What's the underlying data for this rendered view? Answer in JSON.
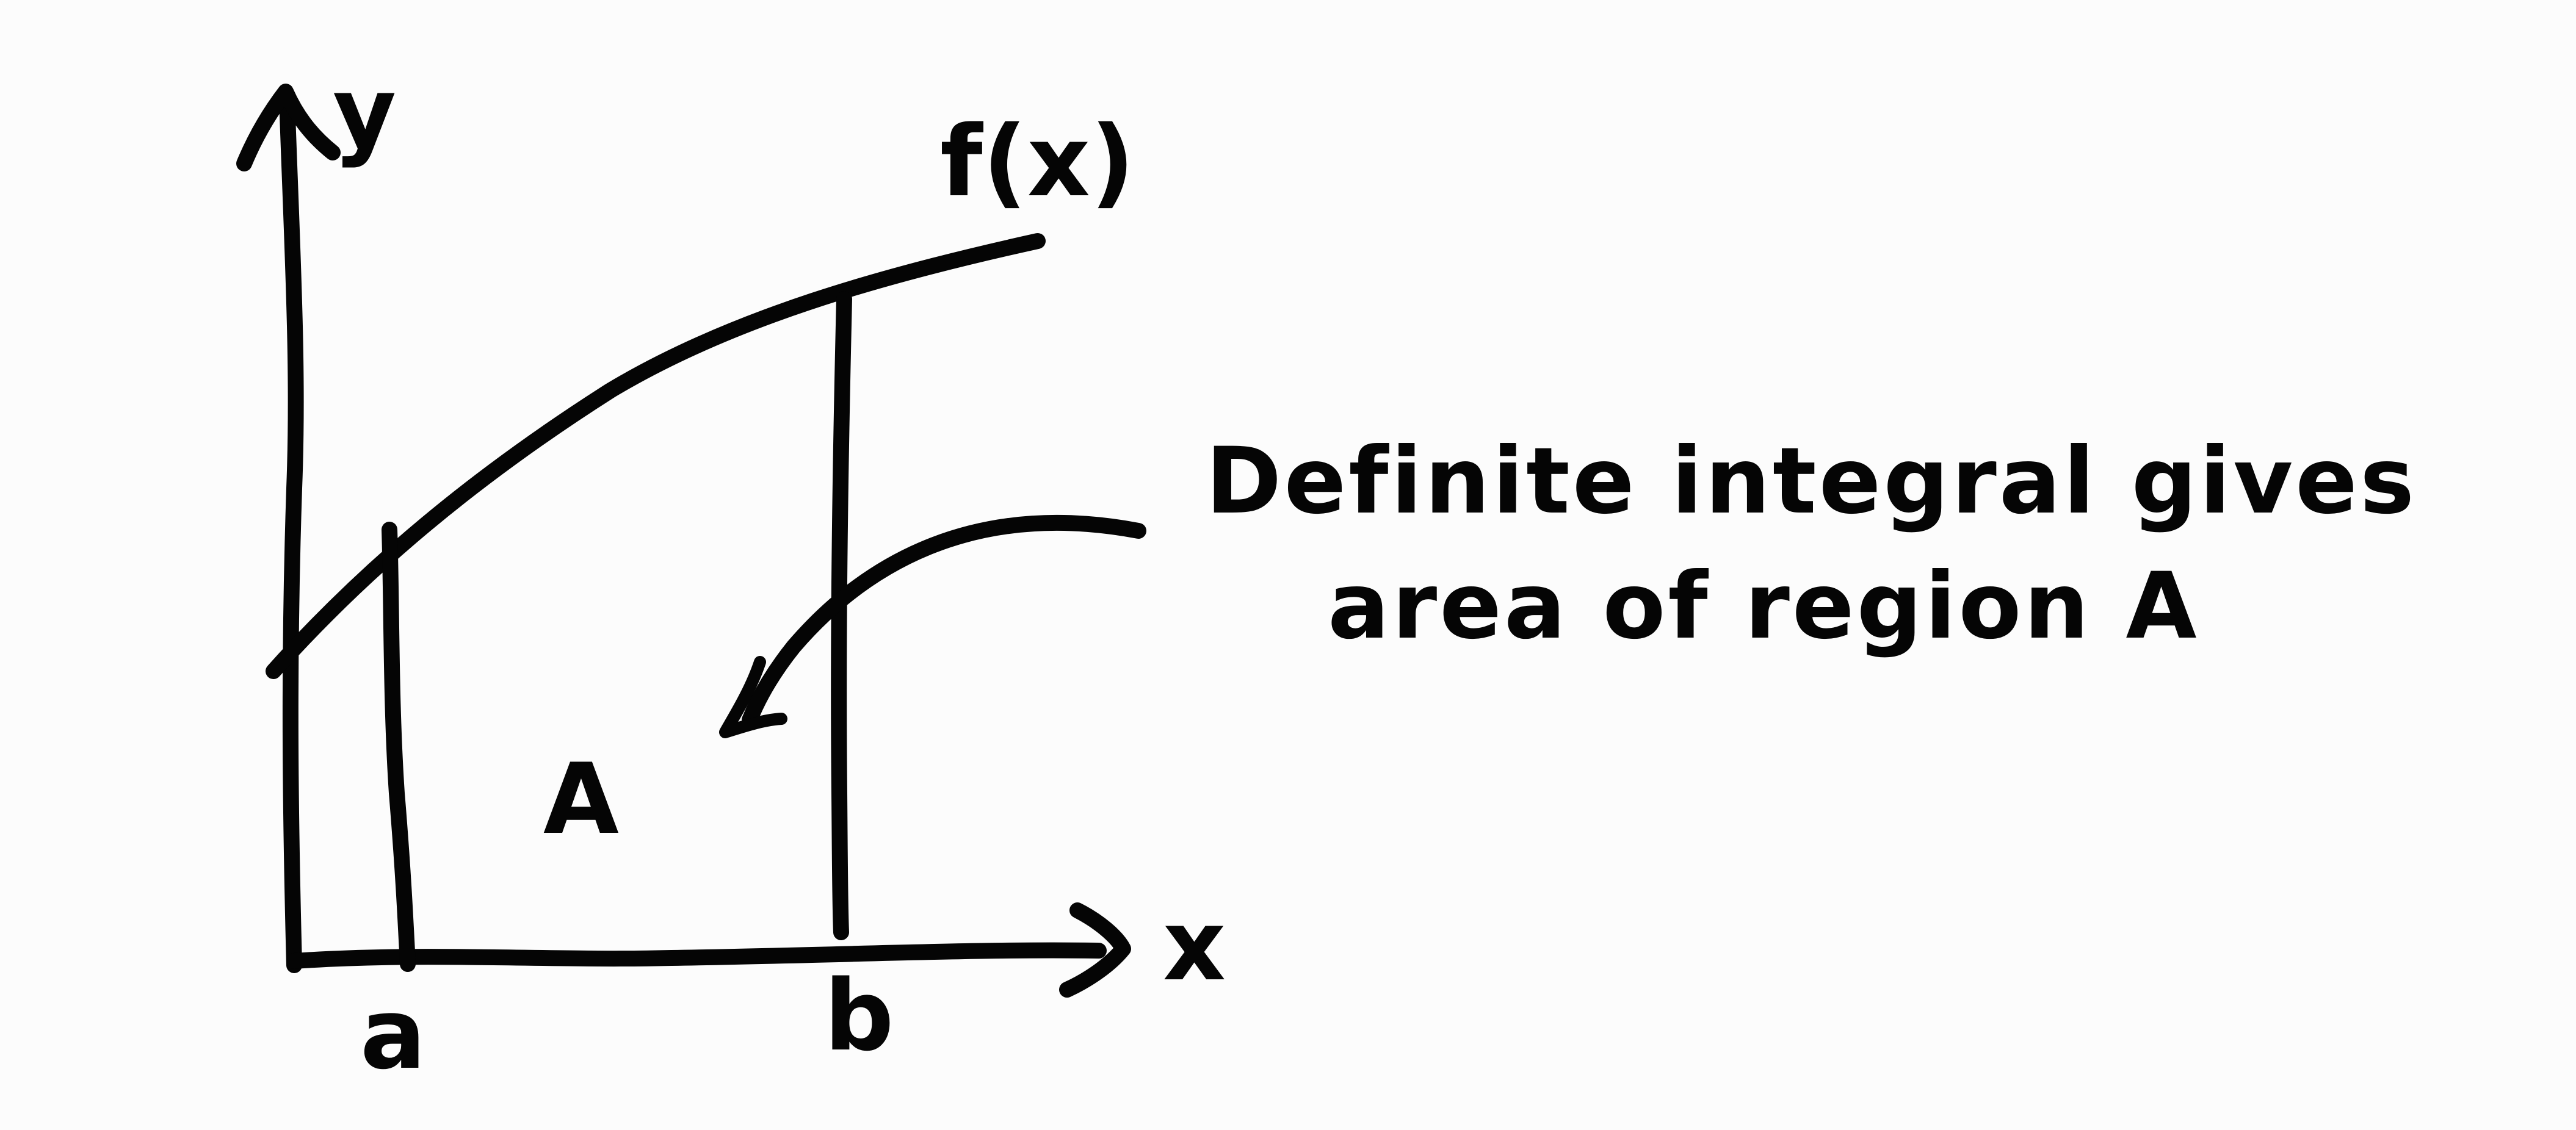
{
  "labels": {
    "y_axis": "y",
    "x_axis": "x",
    "function": "f(x)",
    "lower_bound": "a",
    "upper_bound": "b",
    "region": "A"
  },
  "annotation": {
    "line1": "Definite integral gives",
    "line2": "area of region A"
  },
  "colors": {
    "ink": "#050505",
    "paper": "#fcfcfc"
  }
}
